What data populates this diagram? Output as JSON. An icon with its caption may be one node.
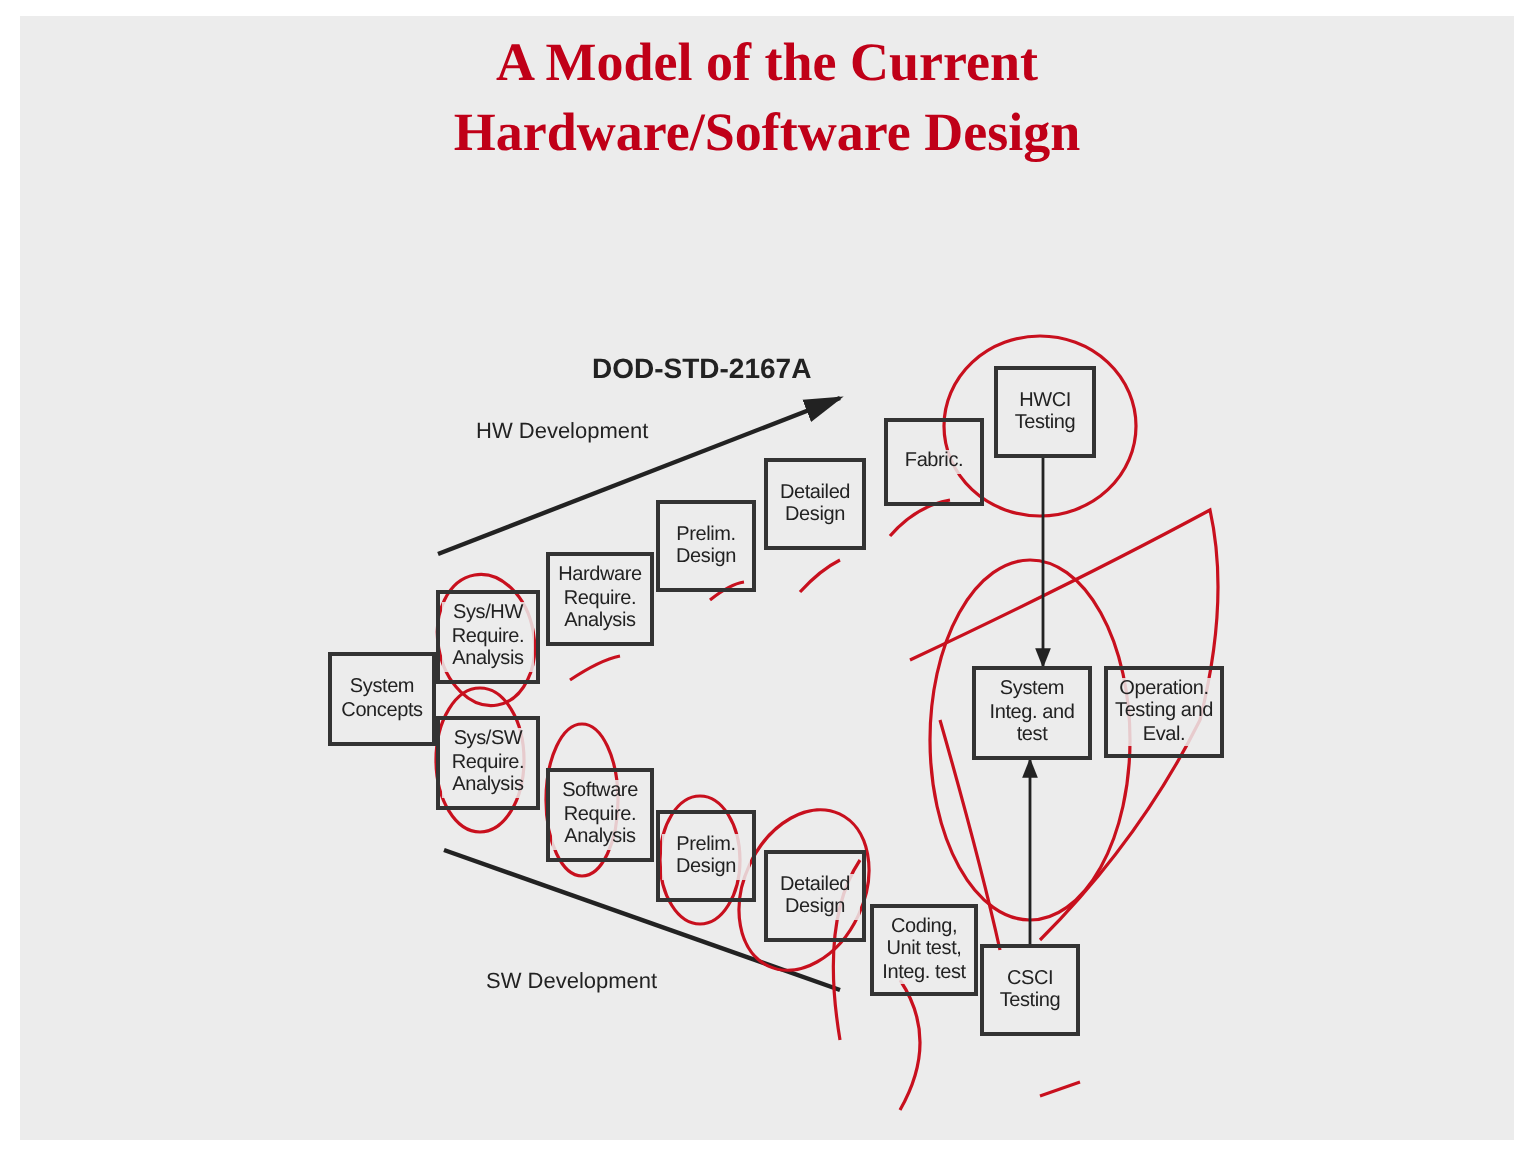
{
  "diagram": {
    "title": "A Model of the Current Hardware/Software Design",
    "nodes": [
      {
        "text": [
          "System Concepts"
        ]
      },
      {
        "text": [
          "Sys/HW Require. Analysis"
        ]
      },
      {
        "text": [
          "Sys/SW Require. Analysis"
        ]
      },
      {
        "text": [
          "Hardware Require. Analysis"
        ]
      },
      {
        "text": [
          "Prelim. Design"
        ]
      },
      {
        "text": [
          "Detailed Design"
        ]
      },
      {
        "text": [
          "Fabric."
        ]
      },
      {
        "text": [
          "HWCI Testing"
        ]
      },
      {
        "text": [
          "Software Require. Analysis"
        ]
      },
      {
        "text": [
          "Prelim. Design"
        ]
      },
      {
        "text": [
          "Detailed Design"
        ]
      },
      {
        "text": [
          "Coding, Unit test, Integ. test"
        ]
      },
      {
        "text": [
          "CSCI Testing"
        ]
      },
      {
        "text": [
          "System Integ. and test"
        ]
      },
      {
        "text": [
          "Operation. Testing and Eval."
        ]
      }
    ],
    "edges": [
      {
        "from": 7,
        "to": 13,
        "arrow": "to"
      },
      {
        "from": 12,
        "to": 13,
        "arrow": "to"
      }
    ],
    "labels": [
      "DOD-STD-2167A",
      "HW Development",
      "SW Development"
    ]
  }
}
